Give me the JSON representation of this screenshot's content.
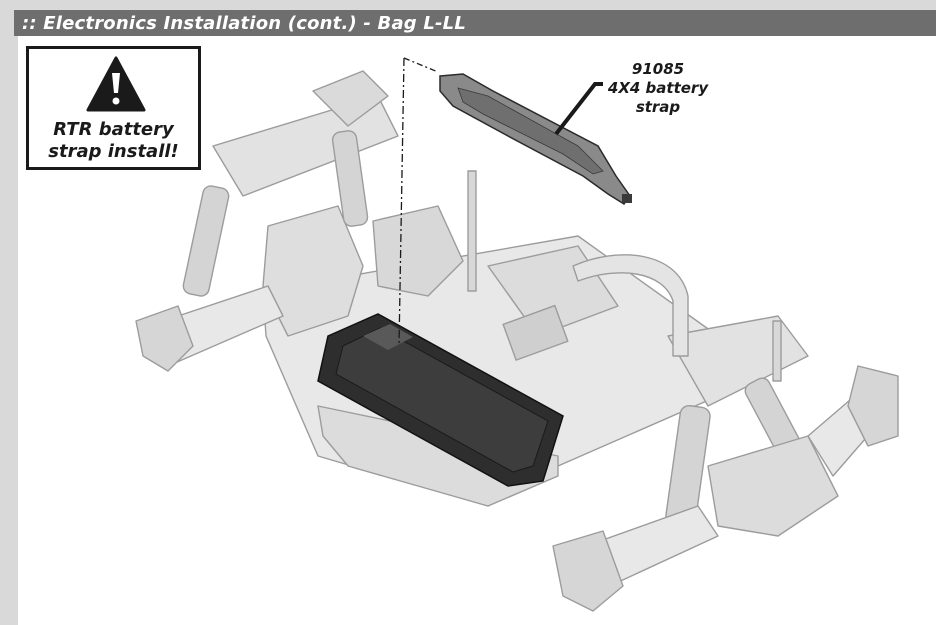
{
  "header": {
    "title": ":: Electronics Installation (cont.) - Bag L-LL"
  },
  "warning": {
    "icon": "warning-triangle-icon",
    "line1": "RTR battery",
    "line2": "strap install!"
  },
  "part": {
    "number": "91085",
    "name_line1": "4X4 battery",
    "name_line2": "strap"
  },
  "colors": {
    "header_bg": "#6e6e6e",
    "frame_bg": "#d9d9d9",
    "ink": "#1a1a1a",
    "chassis_fill": "#e6e6e6",
    "chassis_stroke": "#9a9a9a",
    "strap_fill": "#7a7a7a"
  }
}
